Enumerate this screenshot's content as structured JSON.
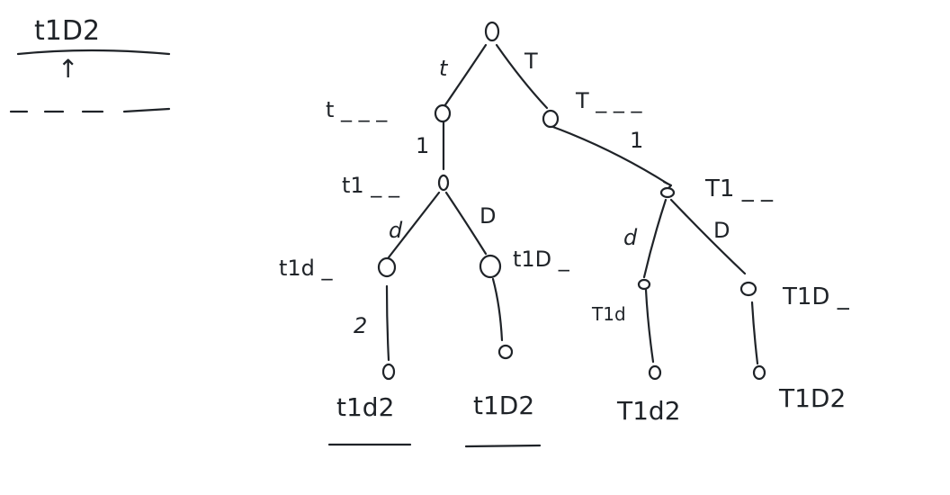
{
  "input_word": "t1D2",
  "pointer_glyph": "↑",
  "edge_labels": {
    "root_left": "t",
    "root_right": "T",
    "t_to_t1": "1",
    "T_to_T1": "1",
    "t1_left": "d",
    "t1_right": "D",
    "T1_left": "d",
    "T1_right": "D",
    "t1d_to_leaf": "2"
  },
  "node_labels": {
    "t": "t _ _ _",
    "T": "T _ _ _",
    "t1": "t1 _ _",
    "T1": "T1 _ _",
    "t1d": "t1d _",
    "t1D": "t1D _",
    "T1d": "T1d",
    "T1D": "T1D _"
  },
  "leaf_labels": [
    "t1d2",
    "t1D2",
    "T1d2",
    "T1D2"
  ]
}
